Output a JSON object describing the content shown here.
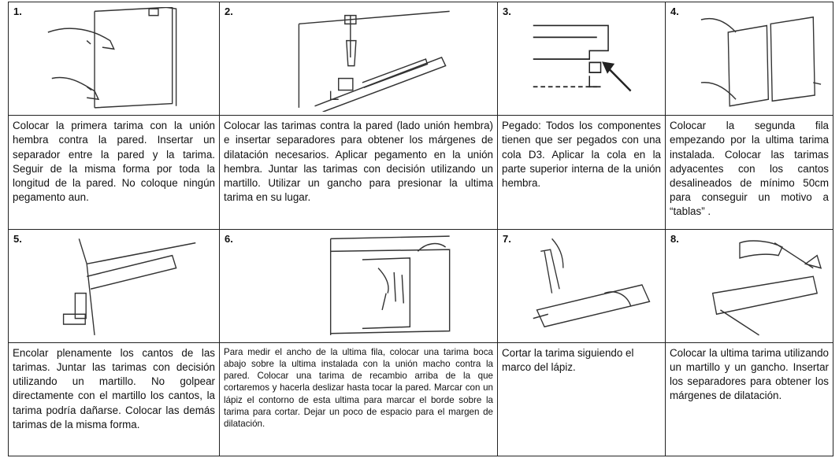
{
  "steps": [
    {
      "number": "1.",
      "text": "Colocar la primera tarima con la unión hembra contra la pared. Insertar un separador entre la pared y la tarima. Seguir de la misma forma por toda la longitud de la pared. No coloque ningún pegamento aun."
    },
    {
      "number": "2.",
      "text": "Colocar las tarimas contra la pared (lado unión hembra) e insertar separadores para obtener los márgenes de dilatación necesarios. Aplicar pegamento en la unión hembra. Juntar las tarimas con decisión utilizando un martillo. Utilizar un gancho para presionar la ultima tarima en su lugar."
    },
    {
      "number": "3.",
      "text": "Pegado: Todos los componentes tienen que ser pegados con una cola D3. Aplicar la cola en la parte superior interna de la unión hembra."
    },
    {
      "number": "4.",
      "text": "Colocar la segunda fila empezando por la ultima tarima instalada. Colocar las tarimas adyacentes con los cantos desalineados de mínimo 50cm para conseguir un motivo a “tablas” ."
    },
    {
      "number": "5.",
      "text": "Encolar plenamente los cantos de las tarimas. Juntar las tarimas con decisión utilizando un martillo. No golpear directamente con el martillo los cantos, la tarima podría dañarse. Colocar las demás tarimas de la misma forma."
    },
    {
      "number": "6.",
      "text": "Para medir el ancho de la ultima fila, colocar una tarima boca abajo sobre la ultima instalada con la unión macho contra la pared. Colocar una tarima de recambio arriba de la que cortaremos y hacerla deslizar hasta tocar la pared. Marcar con un lápiz el contorno de esta ultima para marcar el borde sobre la tarima para cortar. Dejar un poco de espacio para el margen de dilatación."
    },
    {
      "number": "7.",
      "text": "Cortar la tarima siguiendo el marco del lápiz."
    },
    {
      "number": "8.",
      "text": "Colocar la ultima tarima utilizando un martillo y un gancho. Insertar los separadores para obtener los márgenes de dilatación."
    }
  ]
}
